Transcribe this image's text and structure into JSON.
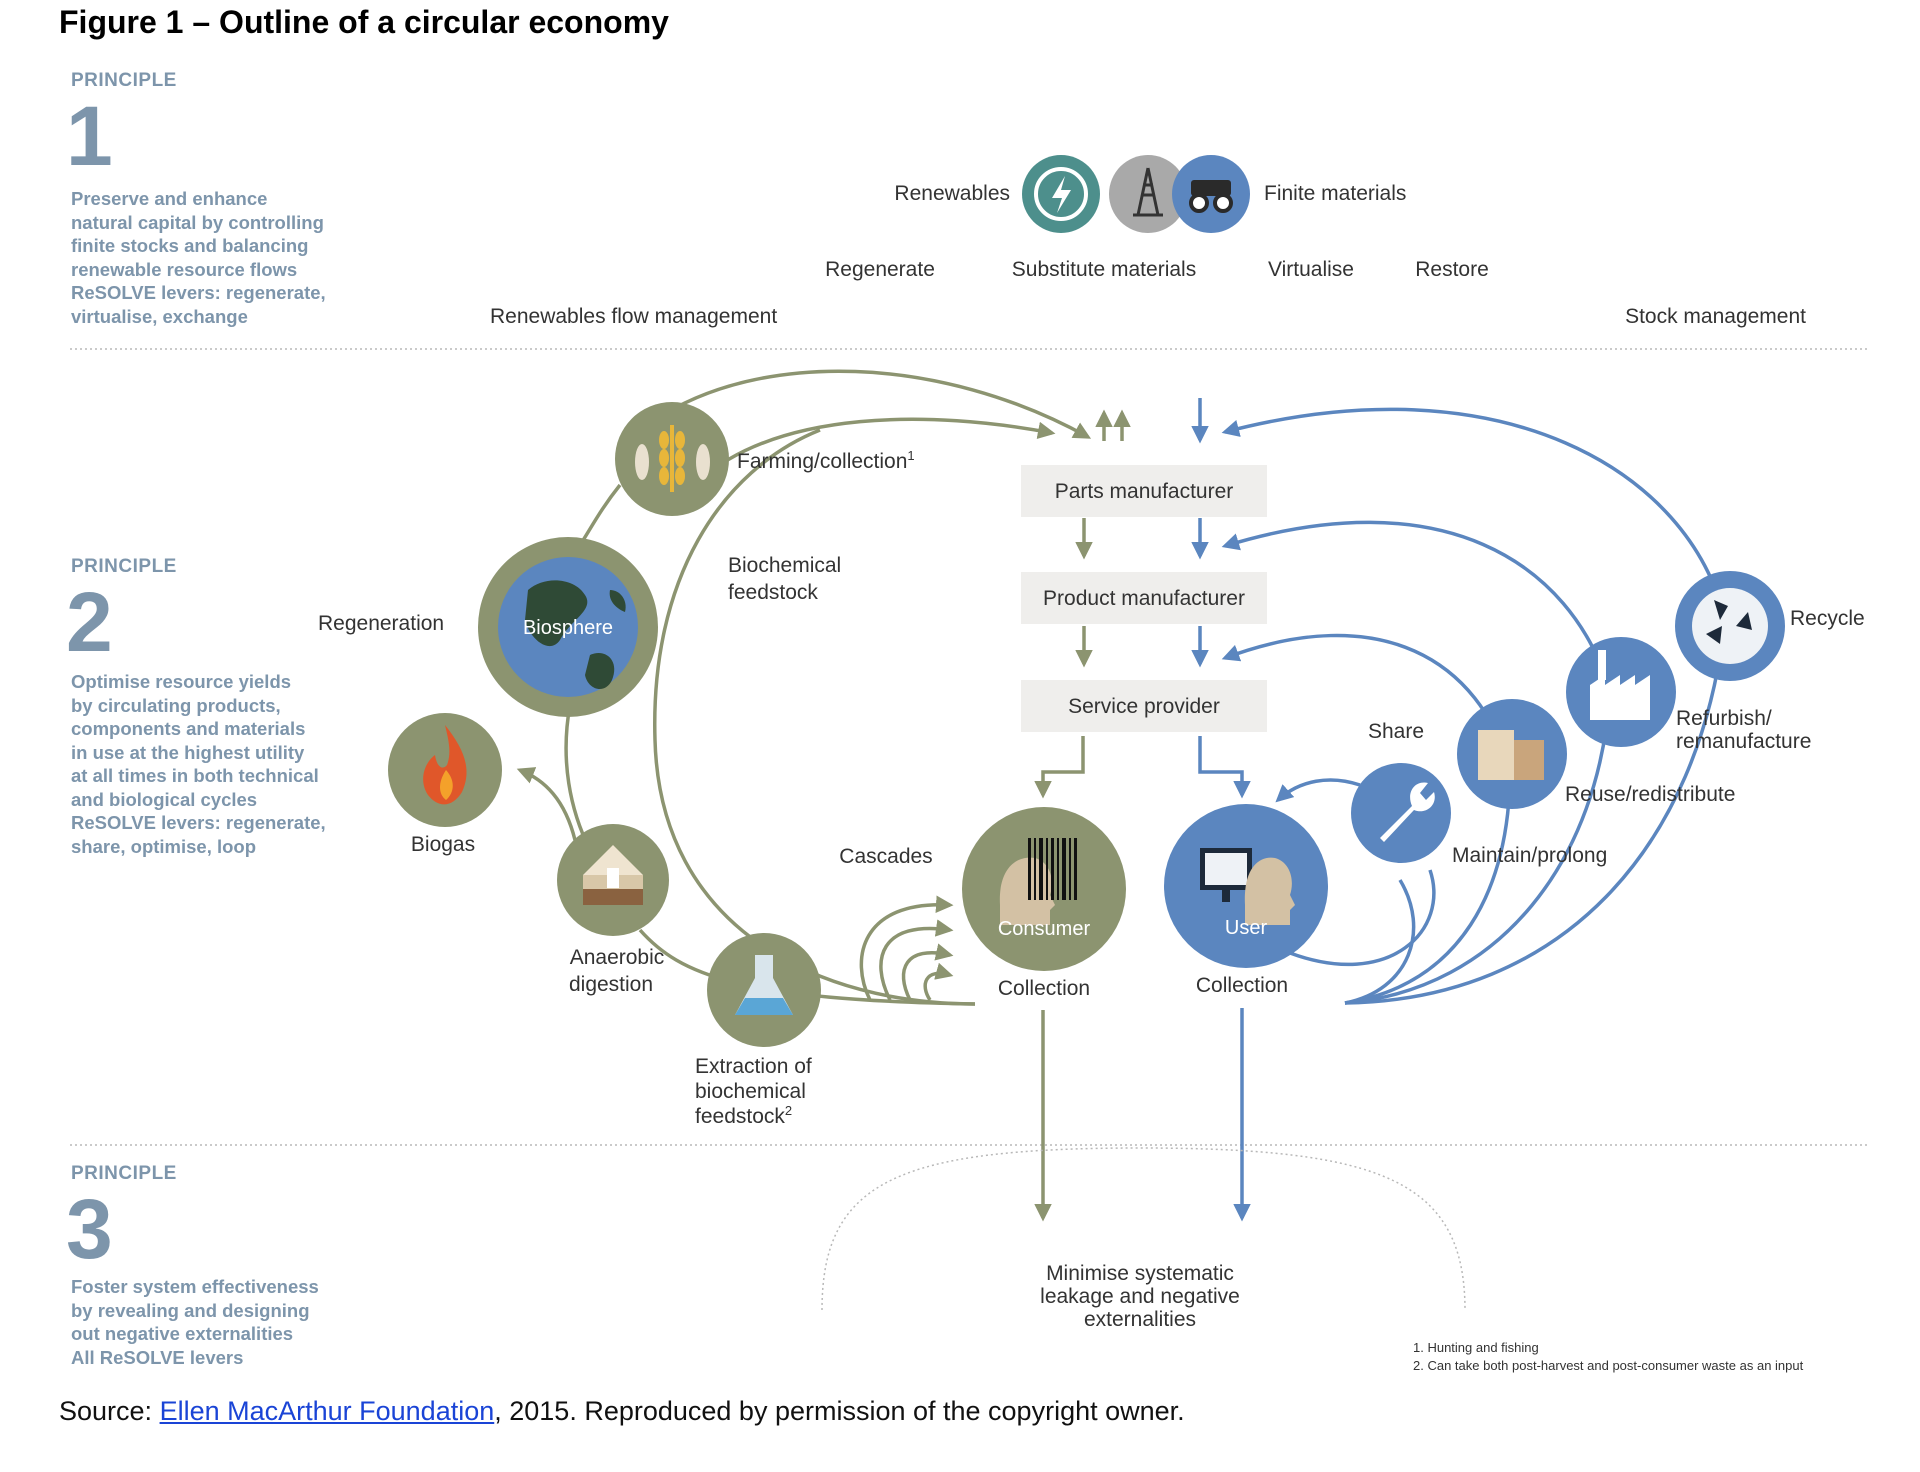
{
  "figure_title": "Figure 1 – Outline of a circular economy",
  "principles": [
    {
      "label": "PRINCIPLE",
      "number": "1",
      "lines": [
        "Preserve and enhance",
        "natural capital by controlling",
        "finite stocks and balancing",
        "renewable resource flows",
        "ReSOLVE levers: regenerate,",
        "virtualise, exchange"
      ]
    },
    {
      "label": "PRINCIPLE",
      "number": "2",
      "lines": [
        "Optimise resource yields",
        "by circulating products,",
        "components and materials",
        "in use at the highest utility",
        "at all times in both technical",
        "and biological cycles",
        "ReSOLVE levers: regenerate,",
        "share, optimise, loop"
      ]
    },
    {
      "label": "PRINCIPLE",
      "number": "3",
      "lines": [
        "Foster system effectiveness",
        "by revealing and designing",
        "out negative externalities",
        "All ReSOLVE levers"
      ]
    }
  ],
  "top": {
    "renewables": "Renewables",
    "finite_materials": "Finite materials",
    "regenerate": "Regenerate",
    "substitute_materials": "Substitute materials",
    "virtualise": "Virtualise",
    "restore": "Restore",
    "renewables_flow": "Renewables flow management",
    "stock_management": "Stock management"
  },
  "boxes": {
    "parts": "Parts manufacturer",
    "product": "Product manufacturer",
    "service": "Service provider"
  },
  "bio": {
    "farming": "Farming/collection",
    "farming_sup": "1",
    "biochemical_1": "Biochemical",
    "biochemical_2": "feedstock",
    "regeneration": "Regeneration",
    "biosphere": "Biosphere",
    "biogas": "Biogas",
    "anaerobic_1": "Anaerobic",
    "anaerobic_2": "digestion",
    "extraction_1": "Extraction of",
    "extraction_2": "biochemical",
    "extraction_3": "feedstock",
    "extraction_sup": "2",
    "cascades": "Cascades",
    "consumer": "Consumer",
    "collection": "Collection"
  },
  "tech": {
    "recycle": "Recycle",
    "refurbish_1": "Refurbish/",
    "refurbish_2": "remanufacture",
    "share": "Share",
    "reuse": "Reuse/redistribute",
    "maintain": "Maintain/prolong",
    "user": "User",
    "collection": "Collection"
  },
  "leakage": [
    "Minimise systematic",
    "leakage and negative",
    "externalities"
  ],
  "footnotes": [
    "1. Hunting and fishing",
    "2. Can take both post-harvest and post-consumer waste as an input"
  ],
  "source": {
    "prefix": "Source: ",
    "link": "Ellen MacArthur Foundation",
    "suffix": ", 2015. Reproduced by permission of the copyright owner."
  },
  "colors": {
    "olive": "#8c9470",
    "olive_dark": "#6f7655",
    "blue": "#5b86bf",
    "principle": "#7d95ab",
    "box": "#efeeec"
  }
}
